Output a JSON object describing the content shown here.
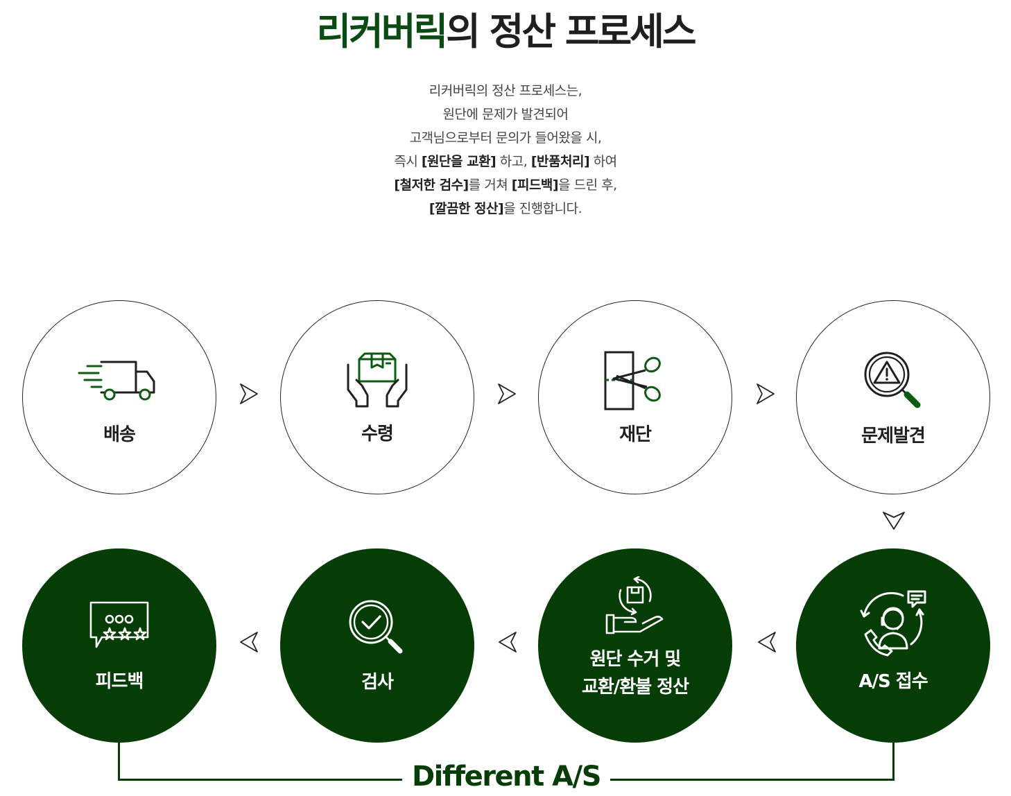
{
  "header": {
    "title_brand": "리커버릭",
    "title_rest": "의 정산 프로세스"
  },
  "description": {
    "line1": "리커버릭의 정산 프로세스는,",
    "line2": "원단에 문제가 발견되어",
    "line3": "고객님으로부터 문의가 들어왔을 시,",
    "line4_a": "즉시 ",
    "line4_b": "[원단을 교환]",
    "line4_c": " 하고, ",
    "line4_d": "[반품처리]",
    "line4_e": " 하여",
    "line5_a": "[철저한 검수]",
    "line5_b": "를 거쳐 ",
    "line5_c": "[피드백]",
    "line5_d": "을 드린 후,",
    "line6_a": "[깔끔한 정산]",
    "line6_b": "을 진행합니다."
  },
  "steps": {
    "delivery": {
      "label": "배송",
      "icon": "truck-icon"
    },
    "receipt": {
      "label": "수령",
      "icon": "hands-box-icon"
    },
    "cutting": {
      "label": "재단",
      "icon": "scissors-cut-icon"
    },
    "issue": {
      "label": "문제발견",
      "icon": "magnifier-warning-icon"
    },
    "as_receipt": {
      "label": "A/S 접수",
      "icon": "call-center-icon"
    },
    "collection": {
      "label_line1": "원단 수거 및",
      "label_line2": "교환/환불 정산",
      "icon": "hand-box-cycle-icon"
    },
    "inspection": {
      "label": "검사",
      "icon": "magnifier-check-icon"
    },
    "feedback": {
      "label": "피드백",
      "icon": "speech-bubble-stars-icon"
    }
  },
  "footer": {
    "text": "Different A/S"
  },
  "colors": {
    "brand_green": "#063d07",
    "title_green": "#0b4a12",
    "text": "#1f1f1f"
  }
}
